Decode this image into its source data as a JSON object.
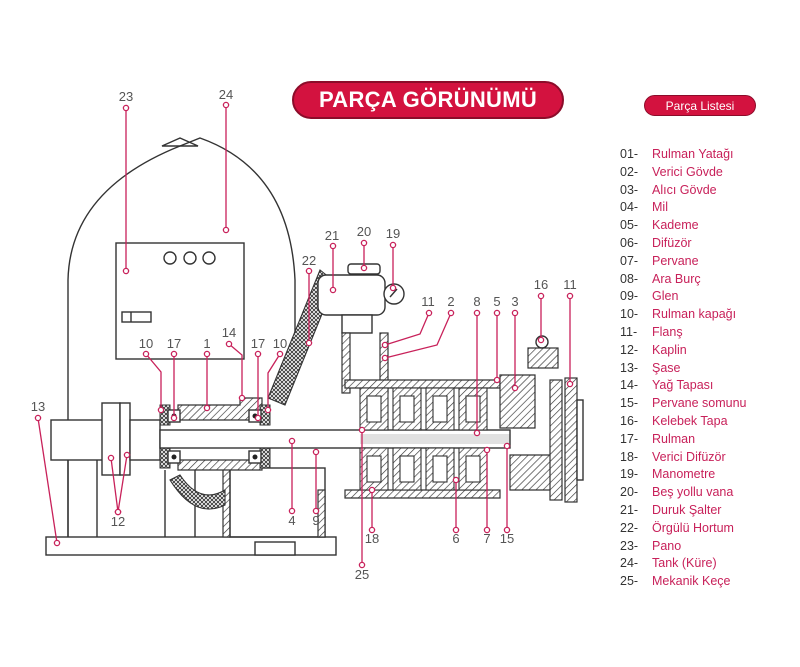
{
  "title": "PARÇA GÖRÜNÜMÜ",
  "list_title": "Parça Listesi",
  "colors": {
    "accent": "#d3123f",
    "part_name": "#c8215a",
    "leader_line": "#c8215a",
    "drawing_line": "#333333"
  },
  "parts": [
    {
      "num": "01-",
      "name": "Rulman Yatağı"
    },
    {
      "num": "02-",
      "name": "Verici Gövde"
    },
    {
      "num": "03-",
      "name": "Alıcı Gövde"
    },
    {
      "num": "04-",
      "name": "Mil"
    },
    {
      "num": "05-",
      "name": "Kademe"
    },
    {
      "num": "06-",
      "name": "Difüzör"
    },
    {
      "num": "07-",
      "name": "Pervane"
    },
    {
      "num": "08-",
      "name": "Ara Burç"
    },
    {
      "num": "09-",
      "name": "Glen"
    },
    {
      "num": "10-",
      "name": "Rulman kapağı"
    },
    {
      "num": "11-",
      "name": "Flanş"
    },
    {
      "num": "12-",
      "name": "Kaplin"
    },
    {
      "num": "13-",
      "name": "Şase"
    },
    {
      "num": "14-",
      "name": "Yağ Tapası"
    },
    {
      "num": "15-",
      "name": "Pervane somunu"
    },
    {
      "num": "16-",
      "name": "Kelebek Tapa"
    },
    {
      "num": "17-",
      "name": "Rulman"
    },
    {
      "num": "18-",
      "name": "Verici Difüzör"
    },
    {
      "num": "19-",
      "name": "Manometre"
    },
    {
      "num": "20-",
      "name": "Beş yollu vana"
    },
    {
      "num": "21-",
      "name": "Duruk Şalter"
    },
    {
      "num": "22-",
      "name": "Örgülü Hortum"
    },
    {
      "num": "23-",
      "name": "Pano"
    },
    {
      "num": "24-",
      "name": "Tank (Küre)"
    },
    {
      "num": "25-",
      "name": "Mekanik Keçe"
    }
  ],
  "callouts": {
    "c23": "23",
    "c24": "24",
    "c21": "21",
    "c20": "20",
    "c19": "19",
    "c22": "22",
    "c11a": "11",
    "c2": "2",
    "c8": "8",
    "c5": "5",
    "c3": "3",
    "c16": "16",
    "c11b": "11",
    "c14": "14",
    "c10a": "10",
    "c17a": "17",
    "c1": "1",
    "c17b": "17",
    "c10b": "10",
    "c13": "13",
    "c12": "12",
    "c4": "4",
    "c9": "9",
    "c18": "18",
    "c25": "25",
    "c6": "6",
    "c7": "7",
    "c15": "15"
  }
}
